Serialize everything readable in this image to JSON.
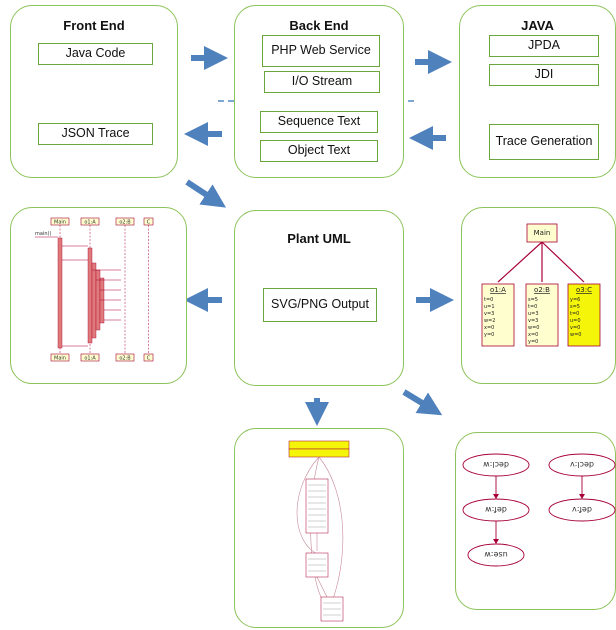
{
  "front_end": {
    "title": "Front End",
    "java_code": "Java Code",
    "json_trace": "JSON Trace"
  },
  "back_end": {
    "title": "Back End",
    "php_web_service": "PHP Web Service",
    "io_stream": "I/O Stream",
    "sequence_text": "Sequence Text",
    "object_text": "Object Text"
  },
  "java": {
    "title": "JAVA",
    "jpda": "JPDA",
    "jdi": "JDI",
    "trace_generation": "Trace Generation"
  },
  "plant_uml": {
    "title": "Plant UML",
    "output": "SVG/PNG Output"
  },
  "sequence_thumb": {
    "participants": [
      "Main",
      "o1:A",
      "o2:B",
      "C"
    ],
    "first_message": "main()"
  },
  "object_thumb": {
    "root": "Main",
    "objects": [
      {
        "name": "o1:A",
        "fields": [
          "t=0",
          "u=1",
          "v=3",
          "w=2",
          "x=0",
          "y=0"
        ]
      },
      {
        "name": "o2:B",
        "fields": [
          "s=5",
          "t=0",
          "u=3",
          "v=3",
          "w=0",
          "x=0",
          "y=0"
        ]
      },
      {
        "name": "o3:C",
        "fields": [
          "y=6",
          "s=5",
          "t=0",
          "u=0",
          "v=0",
          "w=0"
        ]
      }
    ]
  },
  "ellipse_thumb": {
    "nodes": [
      "decl:w",
      "def:w",
      "use:w",
      "decl:v",
      "def:v"
    ]
  },
  "colors": {
    "panel_border": "#8cc35a",
    "label_border": "#6aa63c",
    "arrow": "#4f81bd",
    "dashed_line": "#2e75b6",
    "uml_header": "#f7f7a0",
    "uml_border": "#a80036"
  }
}
